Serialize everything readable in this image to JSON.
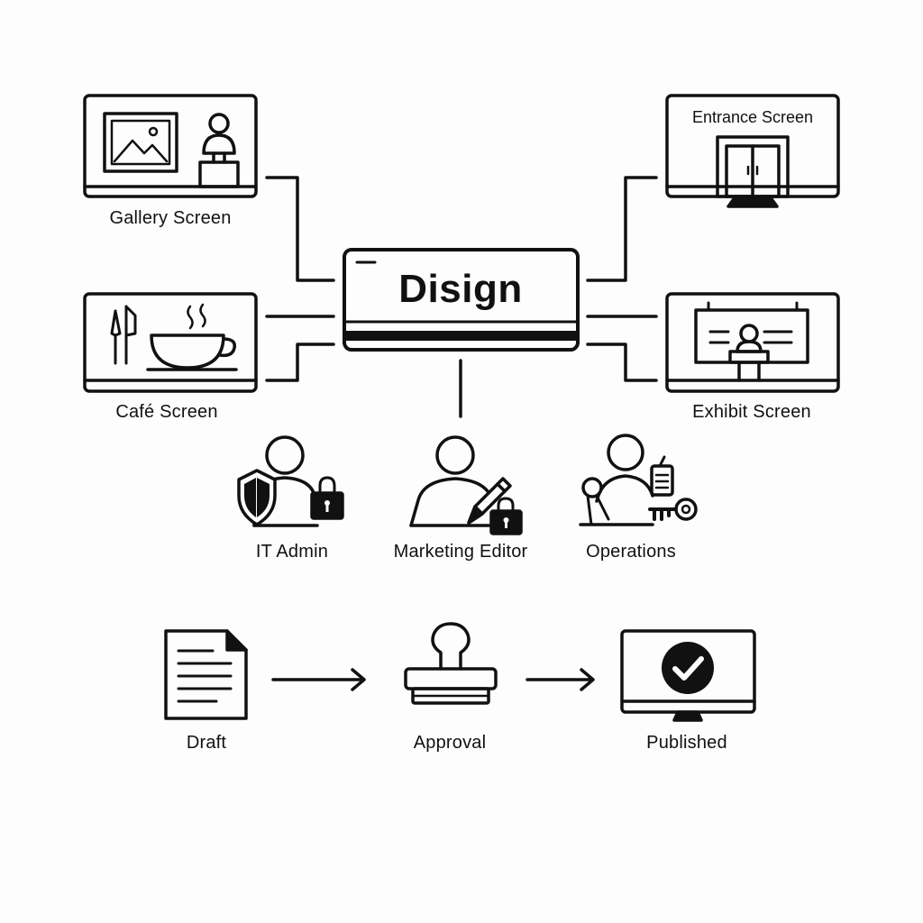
{
  "hub": {
    "title": "Disign"
  },
  "screens": {
    "gallery": "Gallery Screen",
    "cafe": "Café Screen",
    "entrance": "Entrance Screen",
    "exhibit": "Exhibit Screen"
  },
  "roles": {
    "it_admin": "IT Admin",
    "marketing_editor": "Marketing Editor",
    "operations": "Operations"
  },
  "workflow": {
    "draft": "Draft",
    "approval": "Approval",
    "published": "Published"
  },
  "colors": {
    "ink": "#111111",
    "background": "#fdfdfd"
  }
}
